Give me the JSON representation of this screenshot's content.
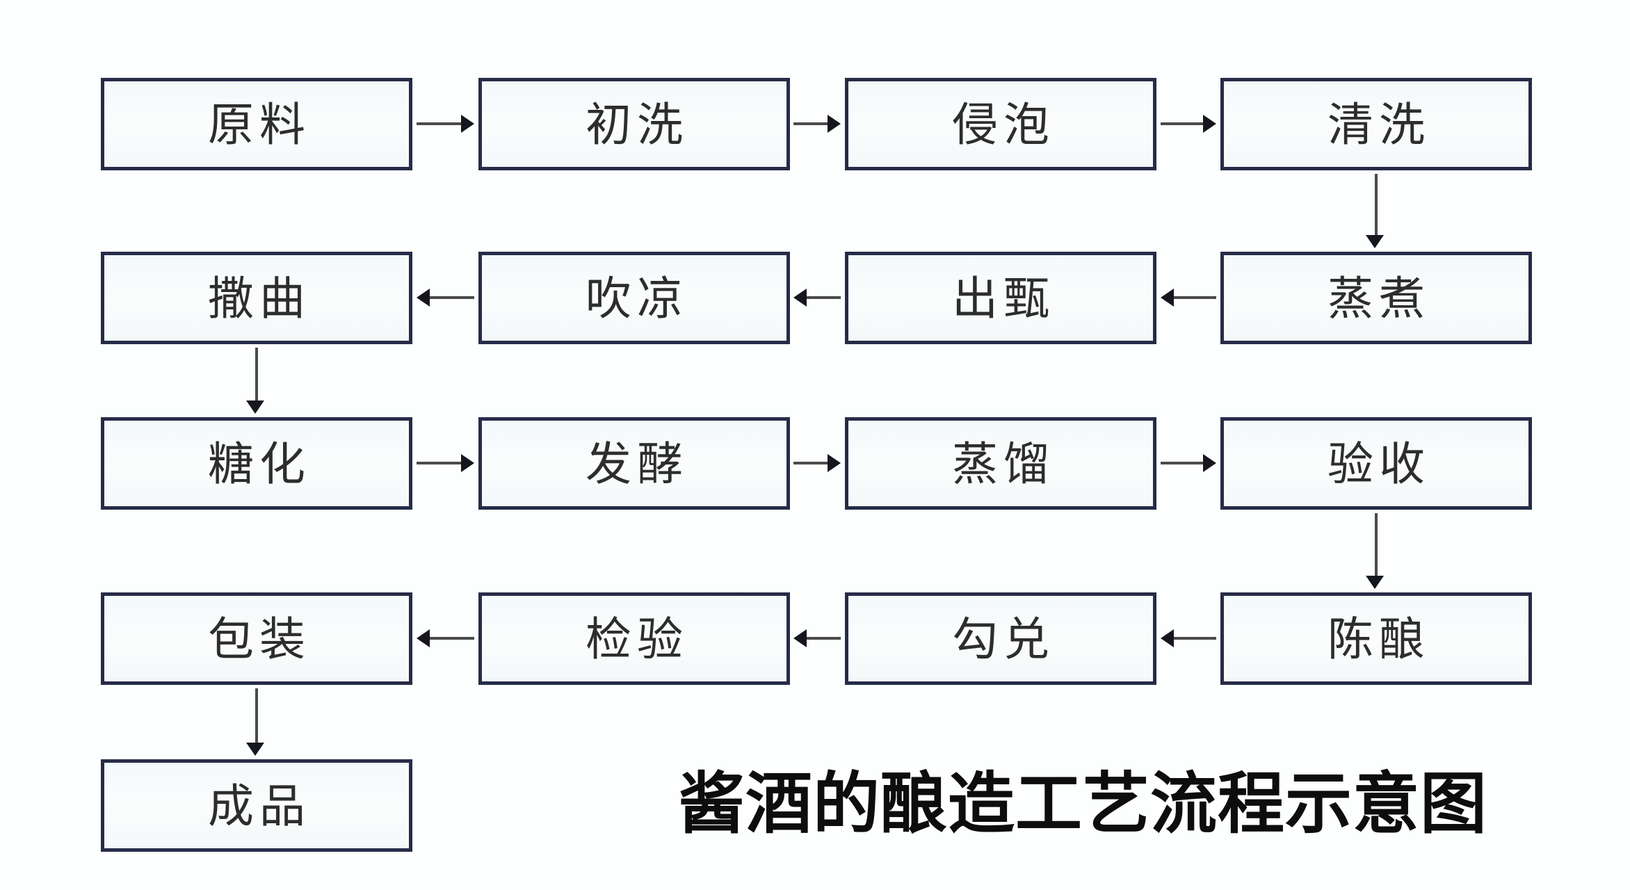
{
  "title": "酱酒的酿造工艺流程示意图",
  "diagram": {
    "type": "flowchart",
    "nodes": [
      {
        "label": "原料"
      },
      {
        "label": "初洗"
      },
      {
        "label": "侵泡"
      },
      {
        "label": "清洗"
      },
      {
        "label": "蒸煮"
      },
      {
        "label": "出甄"
      },
      {
        "label": "吹凉"
      },
      {
        "label": "撒曲"
      },
      {
        "label": "糖化"
      },
      {
        "label": "发酵"
      },
      {
        "label": "蒸馏"
      },
      {
        "label": "验收"
      },
      {
        "label": "陈酿"
      },
      {
        "label": "勾兑"
      },
      {
        "label": "检验"
      },
      {
        "label": "包装"
      },
      {
        "label": "成品"
      }
    ],
    "edges": [
      {
        "from": "原料",
        "to": "初洗"
      },
      {
        "from": "初洗",
        "to": "侵泡"
      },
      {
        "from": "侵泡",
        "to": "清洗"
      },
      {
        "from": "清洗",
        "to": "蒸煮"
      },
      {
        "from": "蒸煮",
        "to": "出甄"
      },
      {
        "from": "出甄",
        "to": "吹凉"
      },
      {
        "from": "吹凉",
        "to": "撒曲"
      },
      {
        "from": "撒曲",
        "to": "糖化"
      },
      {
        "from": "糖化",
        "to": "发酵"
      },
      {
        "from": "发酵",
        "to": "蒸馏"
      },
      {
        "from": "蒸馏",
        "to": "验收"
      },
      {
        "from": "验收",
        "to": "陈酿"
      },
      {
        "from": "陈酿",
        "to": "勾兑"
      },
      {
        "from": "勾兑",
        "to": "检验"
      },
      {
        "from": "检验",
        "to": "包装"
      },
      {
        "from": "包装",
        "to": "成品"
      }
    ],
    "layout": "serpentine-4-column",
    "colors": {
      "box_border": "#262c48",
      "box_fill": "#f8fbfd",
      "arrow_line": "#4a4a4a",
      "arrow_head": "#16161e",
      "box_text": "#2d2d2d",
      "title_text": "#0d0d0d",
      "background": "#fdfefe"
    }
  }
}
